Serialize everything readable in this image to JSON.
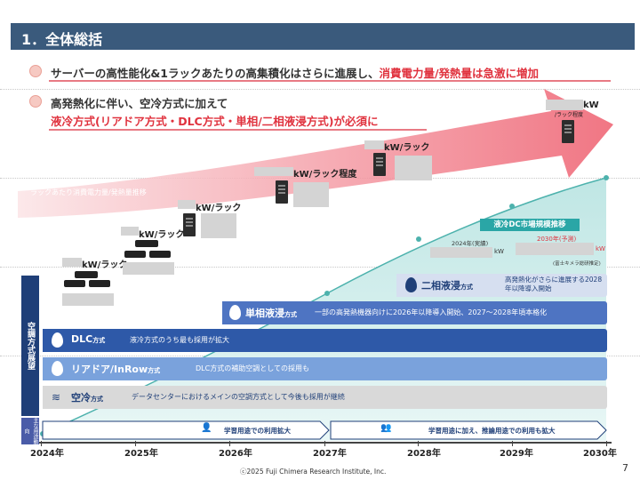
{
  "page_title": "1．全体総括",
  "bullets": [
    {
      "text_a": "サーバーの高性能化&1ラックあたりの高集積化はさらに進展し、",
      "text_b": "消費電力量/発熱量は急激に増加"
    },
    {
      "text_a": "高発熱化に伴い、空冷方式に加えて",
      "text_b": "液冷方式(リアドア方式・DLC方式・単相/二相液浸方式)が必須に"
    }
  ],
  "arrow_label": "ラックあたり消費電力量/発熱量推移",
  "kw_labels": [
    "kW/ラック",
    "kW/ラック",
    "kW/ラック",
    "kW/ラック程度",
    "kW/ラック",
    "kW"
  ],
  "kw_sub_last": "/ラック程度",
  "market": {
    "title": "液冷DC市場規模推移",
    "label_2024": "2024年(実績)",
    "label_2030": "2030年(予測)",
    "unit_2024": "kW",
    "unit_2030": "kW",
    "source_note": "(富士キメラ総研推定)"
  },
  "side_label": "空調方式展望",
  "usage_side_label": "主な用途動向",
  "bands": [
    {
      "name": "二相液浸",
      "suffix": "方式",
      "desc": "高発熱化がさらに進展する2028年以降導入開始"
    },
    {
      "name": "単相液浸",
      "suffix": "方式",
      "desc": "一部の高発熱機器向けに2026年以降導入開始、2027～2028年頃本格化"
    },
    {
      "name": "DLC",
      "suffix": "方式",
      "desc": "液冷方式のうち最も採用が拡大"
    },
    {
      "name": "リアドア/InRow",
      "suffix": "方式",
      "desc": "DLC方式の補助空調としての採用も"
    },
    {
      "name": "空冷",
      "suffix": "方式",
      "desc": "データセンターにおけるメインの空調方式として今後も採用が継続"
    }
  ],
  "usage": [
    {
      "text": "学習用途での利用拡大"
    },
    {
      "text": "学習用途に加え、推論用途での利用も拡大"
    }
  ],
  "years": [
    "2024年",
    "2025年",
    "2026年",
    "2027年",
    "2028年",
    "2029年",
    "2030年"
  ],
  "copyright": "ⓒ2025 Fuji Chimera Research Institute, Inc.",
  "page_number": "7",
  "colors": {
    "title_bg": "#3a5a7c",
    "accent_red": "#e0323e",
    "teal": "#4db2ad",
    "navy": "#1f3f78"
  }
}
